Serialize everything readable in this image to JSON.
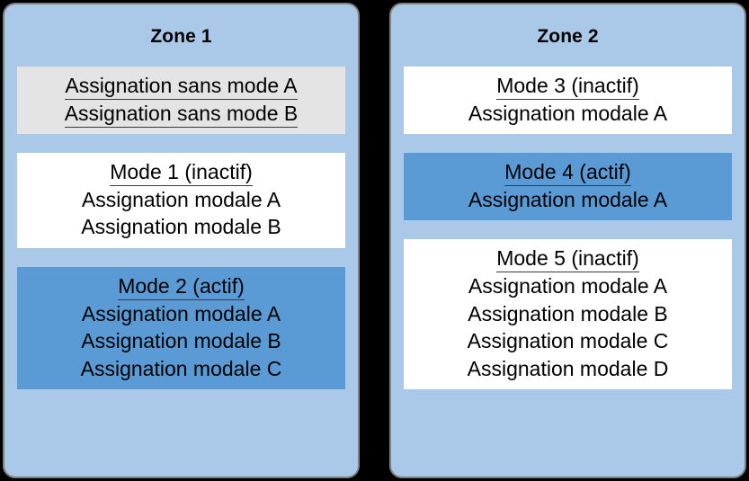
{
  "colors": {
    "page_background": "#000000",
    "zone_background": "#aac8e8",
    "zone_border": "#808080",
    "panel_nomode_background": "#e4e4e4",
    "panel_inactive_background": "#ffffff",
    "panel_active_background": "#5b9bd5",
    "text": "#000000"
  },
  "zones": [
    {
      "title": "Zone 1",
      "panels": [
        {
          "kind": "no-mode",
          "header": null,
          "assignments": [
            "Assignation sans mode A",
            "Assignation sans mode B"
          ],
          "assignments_underlined": true
        },
        {
          "kind": "inactive",
          "header": "Mode 1 (inactif)",
          "assignments": [
            "Assignation modale A",
            "Assignation modale B"
          ],
          "assignments_underlined": false
        },
        {
          "kind": "active",
          "header": "Mode 2 (actif)",
          "assignments": [
            "Assignation modale A",
            "Assignation modale B",
            "Assignation modale C"
          ],
          "assignments_underlined": false
        }
      ]
    },
    {
      "title": "Zone 2",
      "panels": [
        {
          "kind": "inactive",
          "header": "Mode 3 (inactif)",
          "assignments": [
            "Assignation modale A"
          ],
          "assignments_underlined": false
        },
        {
          "kind": "active",
          "header": "Mode 4 (actif)",
          "assignments": [
            "Assignation modale A"
          ],
          "assignments_underlined": false
        },
        {
          "kind": "inactive",
          "header": "Mode 5 (inactif)",
          "assignments": [
            "Assignation modale A",
            "Assignation modale B",
            "Assignation modale C",
            "Assignation modale D"
          ],
          "assignments_underlined": false
        }
      ]
    }
  ]
}
